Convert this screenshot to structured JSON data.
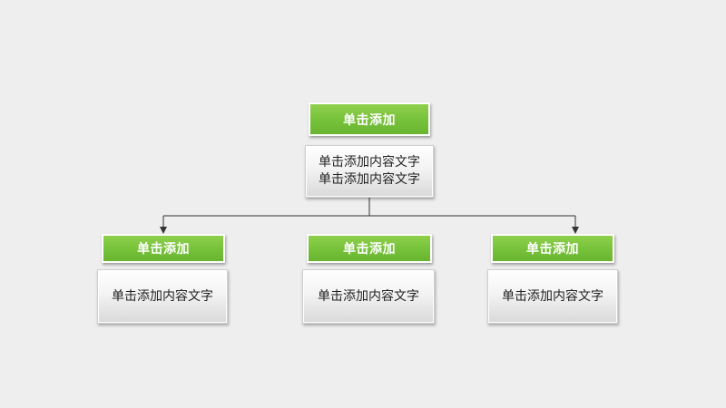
{
  "diagram": {
    "root": {
      "title": "单击添加",
      "content_lines": [
        "单击添加内容文字",
        "单击添加内容文字"
      ]
    },
    "children": [
      {
        "title": "单击添加",
        "content": "单击添加内容文字"
      },
      {
        "title": "单击添加",
        "content": "单击添加内容文字"
      },
      {
        "title": "单击添加",
        "content": "单击添加内容文字"
      }
    ]
  },
  "colors": {
    "title_green": "#76c13a",
    "connector": "#333333",
    "background": "#eeeeee"
  }
}
